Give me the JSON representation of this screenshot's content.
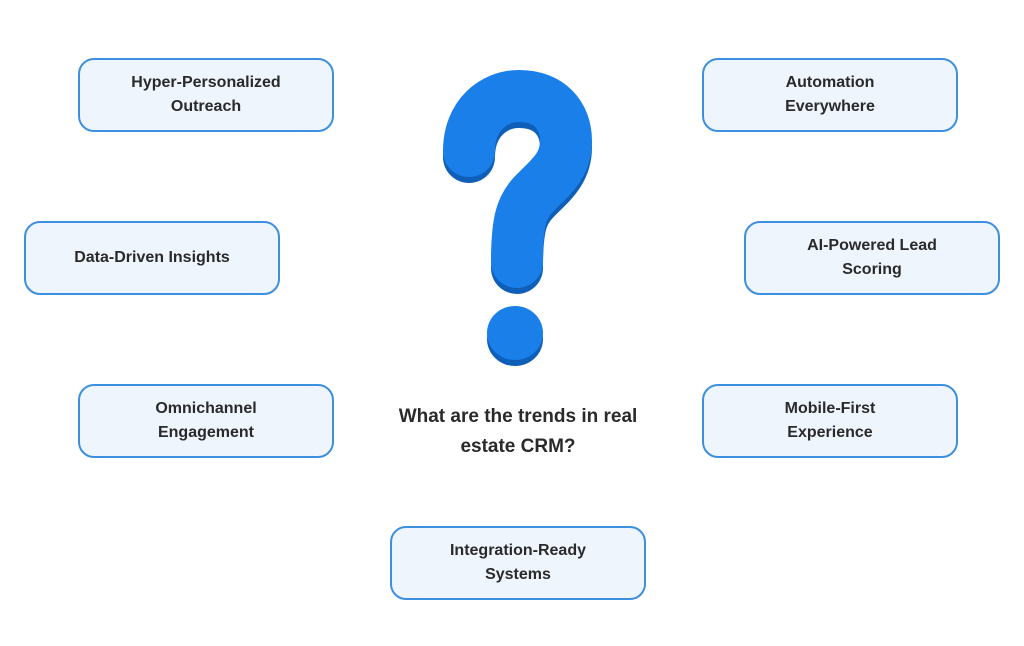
{
  "center": {
    "question": "What are the trends in real estate CRM?",
    "icon": "question-mark-icon",
    "icon_color": "#1a7fe8",
    "icon_shadow_color": "#0f5fb8"
  },
  "trends": {
    "hyper_personalized": "Hyper-Personalized Outreach",
    "automation": "Automation Everywhere",
    "data_driven": "Data-Driven Insights",
    "ai_lead_scoring": "AI-Powered Lead Scoring",
    "omnichannel": "Omnichannel Engagement",
    "mobile_first": "Mobile-First Experience",
    "integration_ready": "Integration-Ready Systems"
  },
  "colors": {
    "box_border": "#3d8fe0",
    "box_fill": "#eef5fd",
    "text": "#2a2a2a"
  }
}
